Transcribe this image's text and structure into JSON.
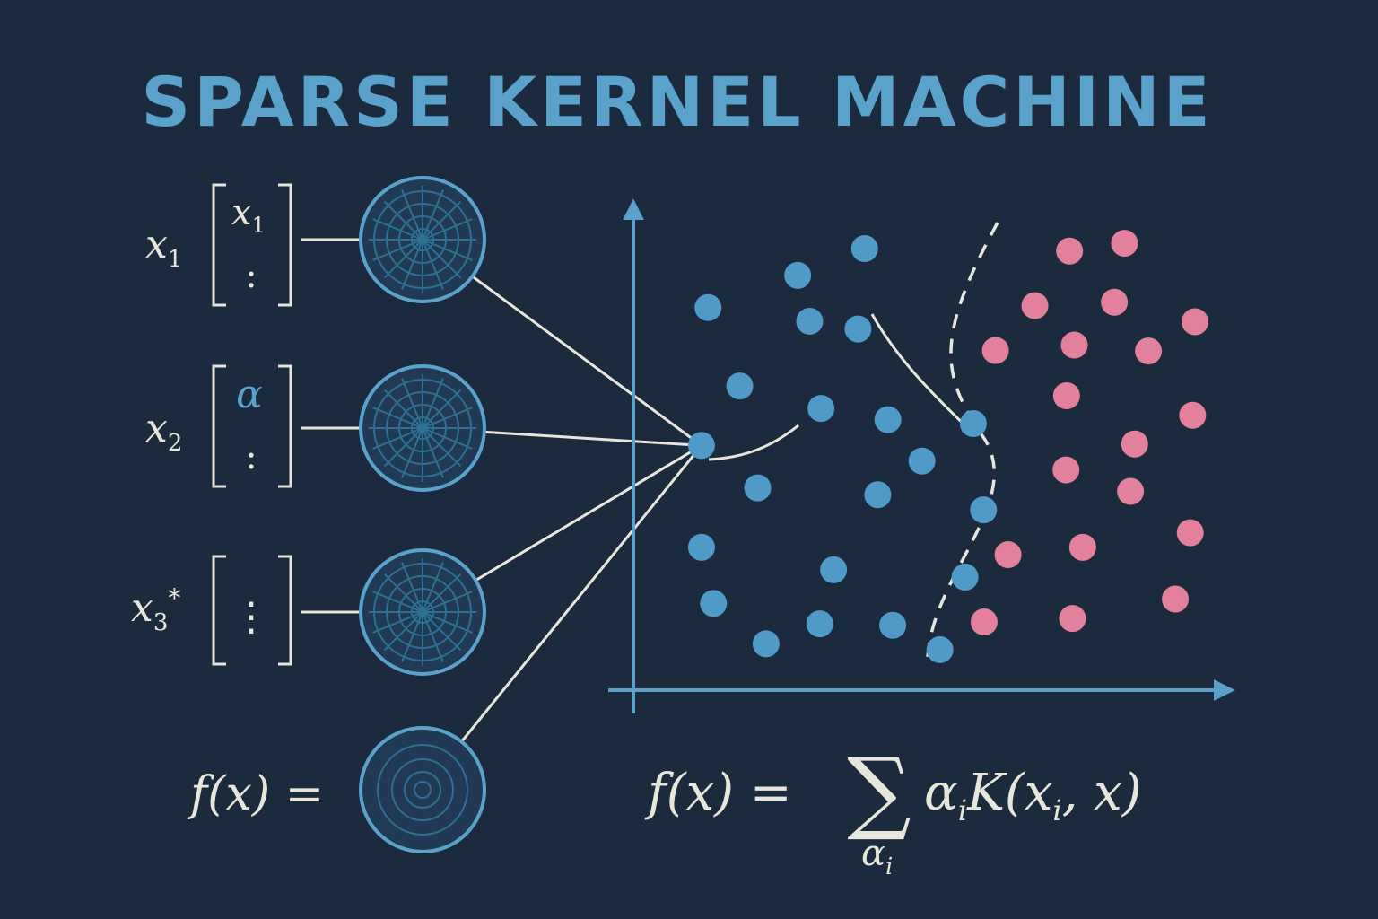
{
  "title": "SPARSE KERNEL MACHINE",
  "colors": {
    "background": "#1b2b3d",
    "accent_blue": "#5aa2c9",
    "point_blue": "#4f9ac6",
    "point_pink": "#e2809e",
    "line": "#e6e6dc",
    "kernel_grid": "#2f6f92"
  },
  "inputs": [
    {
      "label_base": "x",
      "label_sub": "1",
      "label_sup": "",
      "vector_top_base": "x",
      "vector_top_sub": "1",
      "vector_rest": ":"
    },
    {
      "label_base": "x",
      "label_sub": "2",
      "label_sup": "",
      "vector_top_base": "α",
      "vector_top_sub": "",
      "vector_rest": ":"
    },
    {
      "label_base": "x",
      "label_sub": "3",
      "label_sup": "*",
      "vector_top_base": "",
      "vector_top_sub": "",
      "vector_rest": "⋮"
    }
  ],
  "output_label": "f(x) =",
  "kernel_units": [
    {
      "name": "kernel-unit-1",
      "icon": "radial-grid-icon"
    },
    {
      "name": "kernel-unit-2",
      "icon": "radial-grid-icon"
    },
    {
      "name": "kernel-unit-3",
      "icon": "radial-grid-icon"
    },
    {
      "name": "kernel-unit-output",
      "icon": "concentric-circles-icon"
    }
  ],
  "formula": {
    "lhs": "f(x) =",
    "sum_symbol": "∑",
    "sum_index_base": "α",
    "sum_index_sub": "i",
    "term_alpha": "α",
    "term_alpha_sub": "i",
    "term_kernel_open": "K(",
    "term_x": "x",
    "term_x_sub": "i",
    "term_rest": ", x)"
  },
  "chart_data": {
    "type": "scatter",
    "xlim": [
      0,
      100
    ],
    "ylim": [
      0,
      100
    ],
    "grid": false,
    "legend": "none",
    "series": [
      {
        "color": "#4f9ac6",
        "x": [
          27.5,
          38.7,
          12.5,
          29.5,
          37.6,
          17.8,
          31.4,
          56.9,
          48.3,
          20.8,
          40.9,
          58.6,
          11.4,
          33.5,
          55.5,
          13.4,
          31.2,
          43.4,
          22.2,
          51.3,
          42.6
        ],
        "y": [
          85.1,
          90.6,
          78.5,
          75.7,
          74.1,
          62.4,
          57.8,
          54.7,
          47.0,
          41.5,
          40.1,
          37.0,
          29.3,
          24.7,
          23.2,
          17.8,
          13.6,
          13.3,
          9.5,
          8.3,
          55.5
        ]
      },
      {
        "color": "#e2809e",
        "x": [
          73.0,
          82.2,
          67.2,
          80.5,
          94.0,
          60.6,
          73.8,
          86.2,
          72.5,
          93.6,
          83.9,
          72.4,
          83.2,
          93.2,
          62.7,
          75.2,
          90.7,
          58.7,
          73.5
        ],
        "y": [
          90.1,
          91.7,
          78.9,
          79.6,
          75.6,
          69.7,
          70.8,
          69.6,
          60.4,
          56.4,
          50.5,
          45.2,
          40.8,
          32.3,
          27.8,
          29.3,
          18.7,
          14.0,
          14.7
        ]
      }
    ],
    "support_vector": {
      "x": 11.4,
      "y": 50.2
    }
  }
}
